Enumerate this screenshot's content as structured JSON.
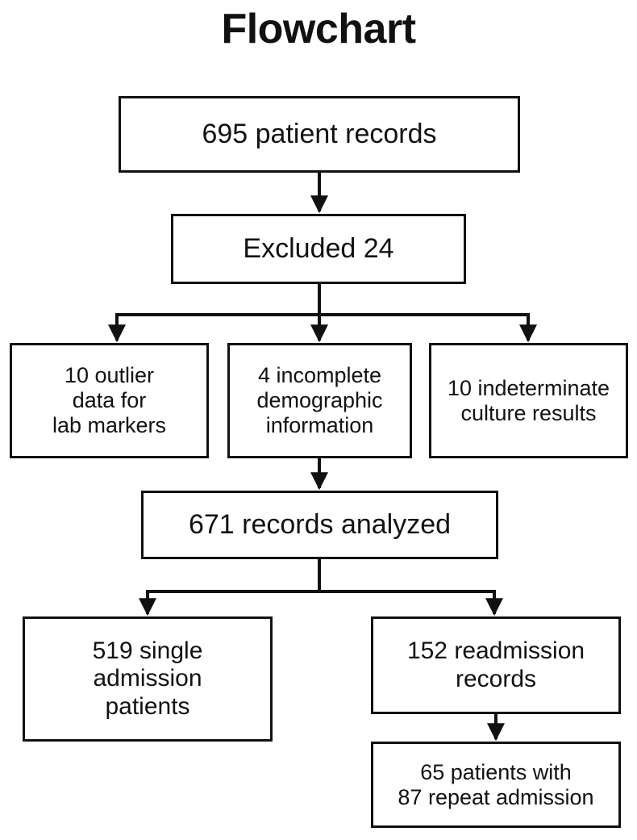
{
  "title": "Flowchart",
  "theme": {
    "background": "#ffffff",
    "line_color": "#111111",
    "text_color": "#121212"
  },
  "chart_data": {
    "type": "diagram",
    "diagram_type": "flowchart",
    "title": "Flowchart",
    "orientation": "top-to-bottom",
    "nodes": [
      {
        "id": "records",
        "label": "695 patient records",
        "level": 1
      },
      {
        "id": "excluded",
        "label": "Excluded 24",
        "level": 2
      },
      {
        "id": "outlier",
        "label": "10 outlier\ndata for\nlab markers",
        "level": 3
      },
      {
        "id": "incomplete",
        "label": "4 incomplete\ndemographic\ninformation",
        "level": 3
      },
      {
        "id": "indeterminate",
        "label": "10 indeterminate\nculture results",
        "level": 3
      },
      {
        "id": "analyzed",
        "label": "671 records analyzed",
        "level": 4
      },
      {
        "id": "single",
        "label": "519 single\nadmission\npatients",
        "level": 5
      },
      {
        "id": "readmission",
        "label": "152 readmission\nrecords",
        "level": 5
      },
      {
        "id": "repeat",
        "label": "65 patients with\n87 repeat admission",
        "level": 6
      }
    ],
    "edges": [
      {
        "from": "records",
        "to": "excluded"
      },
      {
        "from": "excluded",
        "to": "outlier"
      },
      {
        "from": "excluded",
        "to": "incomplete"
      },
      {
        "from": "excluded",
        "to": "indeterminate"
      },
      {
        "from": "incomplete",
        "to": "analyzed"
      },
      {
        "from": "analyzed",
        "to": "single"
      },
      {
        "from": "analyzed",
        "to": "readmission"
      },
      {
        "from": "readmission",
        "to": "repeat"
      }
    ]
  },
  "nodes": {
    "records": "695 patient records",
    "excluded": "Excluded 24",
    "outlier": "10 outlier\ndata for\nlab markers",
    "incomplete": "4 incomplete\ndemographic\ninformation",
    "indeterminate": "10 indeterminate\nculture results",
    "analyzed": "671 records analyzed",
    "single": "519 single\nadmission\npatients",
    "readmission": "152 readmission\nrecords",
    "repeat": "65 patients with\n87 repeat admission"
  }
}
